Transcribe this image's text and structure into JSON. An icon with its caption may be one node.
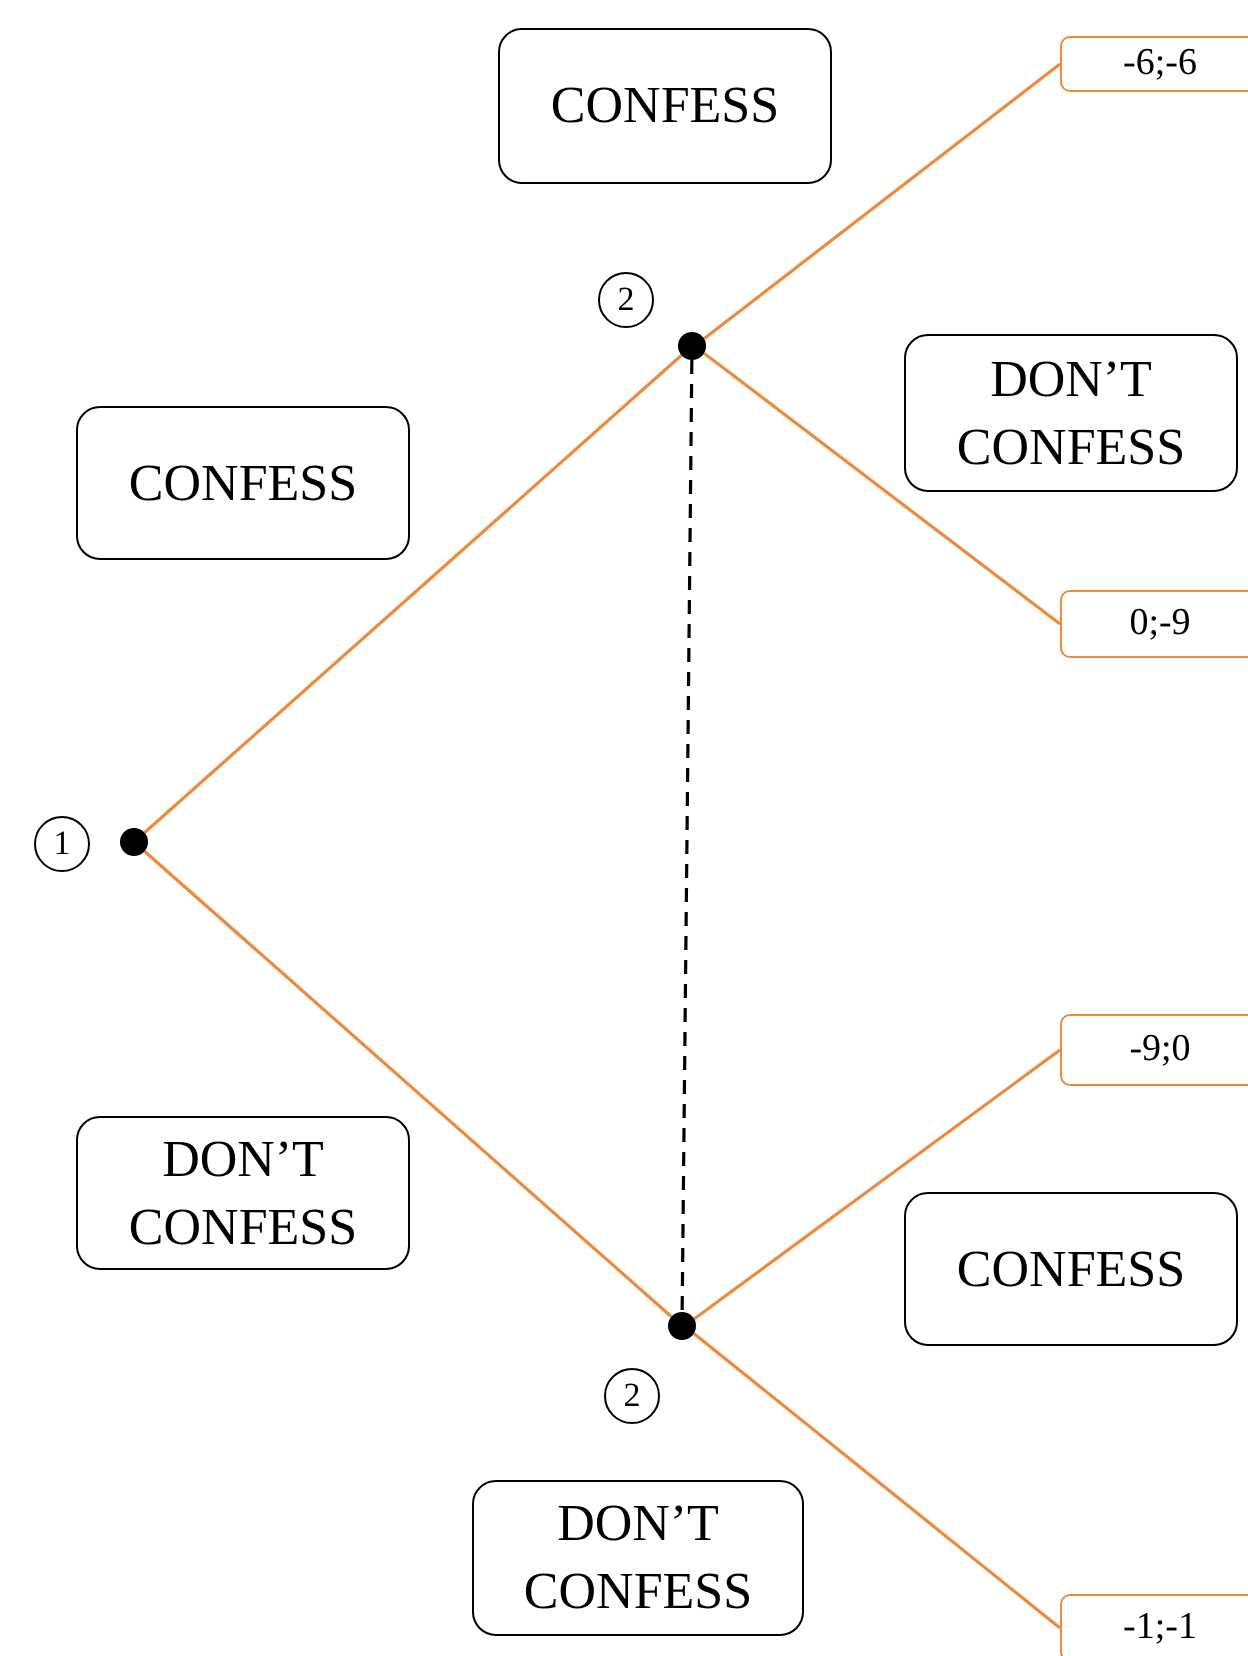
{
  "diagram": {
    "nodes": [
      {
        "text": [
          "CONFESS"
        ]
      },
      {
        "text": [
          "-6;-6"
        ]
      },
      {
        "text": [
          "2"
        ]
      },
      {
        "text": [],
        "shape": "circle"
      },
      {
        "text": [
          "DON’T CONFESS"
        ]
      },
      {
        "text": [
          "CONFESS"
        ]
      },
      {
        "text": [
          "0;-9"
        ]
      },
      {
        "text": [
          "1"
        ]
      },
      {
        "text": [],
        "shape": "circle"
      },
      {
        "text": [
          "-9;0"
        ]
      },
      {
        "text": [
          "DON’T CONFESS"
        ]
      },
      {
        "text": [
          "CONFESS"
        ]
      },
      {
        "text": [],
        "shape": "circle"
      },
      {
        "text": [
          "2"
        ]
      },
      {
        "text": [
          "DON’T CONFESS"
        ]
      },
      {
        "text": [
          "-1;-1"
        ]
      }
    ],
    "edges": [
      {
        "from": 8,
        "to": 3,
        "arrow": "none"
      },
      {
        "from": 8,
        "to": 12,
        "arrow": "none"
      },
      {
        "from": 3,
        "to": 1,
        "arrow": "none"
      },
      {
        "from": 3,
        "to": 6,
        "arrow": "none"
      },
      {
        "from": 12,
        "to": 9,
        "arrow": "none"
      },
      {
        "from": 12,
        "to": 15,
        "arrow": "none"
      },
      {
        "from": 3,
        "to": 12,
        "arrow": "none",
        "style": "dashed",
        "color": "#000000"
      }
    ]
  }
}
